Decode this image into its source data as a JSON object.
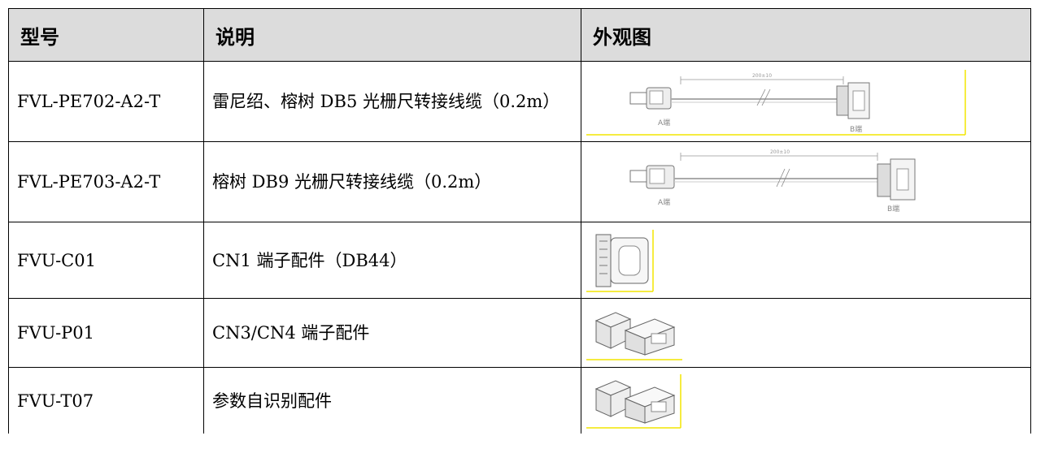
{
  "table": {
    "headers": [
      "型号",
      "说明",
      "外观图"
    ],
    "rows": [
      {
        "model": "FVL-PE702-A2-T",
        "desc": "雷尼绍、榕树 DB5 光栅尺转接线缆（0.2m）",
        "image": "cable-db5-icon",
        "label_a": "A端",
        "label_b": "B端",
        "dim": "200±10"
      },
      {
        "model": "FVL-PE703-A2-T",
        "desc": "榕树 DB9 光栅尺转接线缆（0.2m）",
        "image": "cable-db9-icon",
        "label_a": "A端",
        "label_b": "B端",
        "dim": "200±10"
      },
      {
        "model": "FVU-C01",
        "desc": "CN1 端子配件（DB44）",
        "image": "db44-connector-icon"
      },
      {
        "model": "FVU-P01",
        "desc": "CN3/CN4 端子配件",
        "image": "cn3-cn4-connector-icon"
      },
      {
        "model": "FVU-T07",
        "desc": "参数自识别配件",
        "image": "auto-id-connector-icon"
      }
    ]
  },
  "colors": {
    "header_bg": "#dcdcdc",
    "frame_accent": "#f2e600"
  }
}
